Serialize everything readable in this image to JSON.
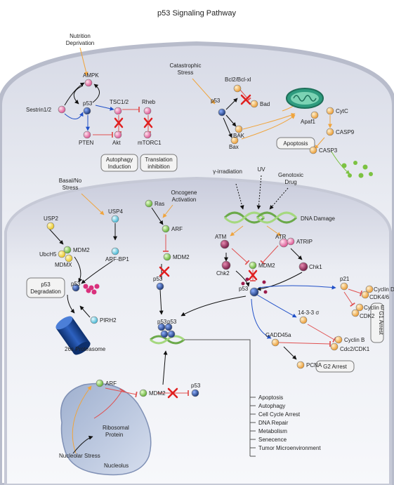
{
  "title": "p53 Signaling Pathway",
  "inputs": {
    "nutrition": [
      "Nutrition",
      "Deprivation"
    ],
    "catastrophic": [
      "Catastrophic",
      "Stress"
    ],
    "basal": [
      "Basal/No",
      "Stress"
    ],
    "oncogene": [
      "Oncogene",
      "Activation"
    ],
    "gamma": "γ-irradiation",
    "uv": "UV",
    "genotoxic": [
      "Genotoxic",
      "Drug"
    ],
    "nucleolar": "Nucleolar Stress"
  },
  "nodes": {
    "ampk": "AMPK",
    "sestrin": "Sestrin1/2",
    "p53": "p53",
    "tsc": "TSC1/2",
    "rheb": "Rheb",
    "pten": "PTEN",
    "akt": "Akt",
    "mtorc1": "mTORC1",
    "bcl2": "Bcl2/Bcl-xl",
    "bad": "Bad",
    "bak": "BAK",
    "bax": "Bax",
    "cytc": "CytC",
    "apaf1": "Apaf1",
    "casp9": "CASP9",
    "casp3": "CASP3",
    "usp2": "USP2",
    "usp4": "USP4",
    "mdm2": "MDM2",
    "ubch5": "UbcH5",
    "mdmx": "MDMX",
    "arfbp1": "ARF-BP1",
    "pirh2": "PIRH2",
    "proteasome": "26s Proteasome",
    "ras": "Ras",
    "arf": "ARF",
    "dna_damage": "DNA Damage",
    "atm": "ATM",
    "atr": "ATR",
    "atrip": "ATRIP",
    "chk1": "Chk1",
    "chk2": "Chk2",
    "p21": "p21",
    "cyclind": "Cyclin D",
    "cdk46": "CDK4/6",
    "cycline": "Cyclin E",
    "cdk2": "CDK2",
    "s1433": "14-3-3 σ",
    "cyclinb": "Cyclin B",
    "cdc2": "Cdc2/CDK1",
    "gadd45a": "GADD45a",
    "pcna": "PCNA",
    "ribosomal": [
      "Ribosomal",
      "Protein"
    ],
    "nucleolus": "Nucleolus"
  },
  "boxes": {
    "autophagy_induction": [
      "Autophagy",
      "Induction"
    ],
    "translation_inhibition": [
      "Translation",
      "inhibition"
    ],
    "apoptosis": "Apoptosis",
    "p53_degradation": [
      "p53",
      "Degradation"
    ],
    "g1_arrest": "G1 Arrest",
    "g2_arrest": "G2 Arrest"
  },
  "outcomes": [
    "Apoptosis",
    "Autophagy",
    "Cell Cycle Arrest",
    "DNA Repair",
    "Metabolism",
    "Senecence",
    "Tumor Microenvironment"
  ],
  "colors": {
    "p53": "#1b3e8a",
    "green": "#7cc242",
    "pink": "#d94b8c",
    "orange": "#f0a43c",
    "cyan": "#58c7e0",
    "yellow": "#f2d024",
    "inhibit": "#e05050",
    "activate_blue": "#2050c8"
  }
}
